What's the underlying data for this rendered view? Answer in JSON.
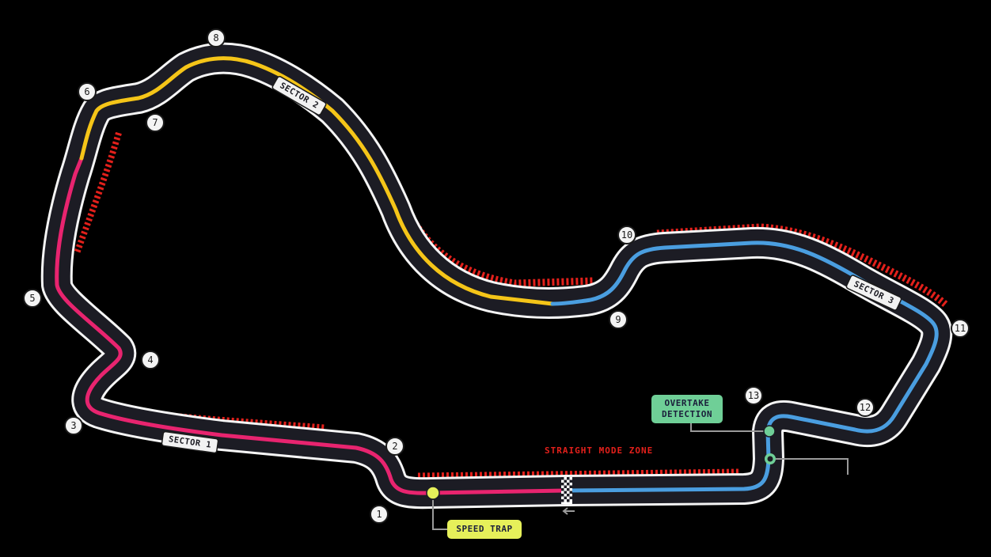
{
  "map": {
    "type": "race-circuit",
    "colors": {
      "background": "#000000",
      "asphalt": "#1c1c24",
      "edge": "#f5f5f5",
      "kerb": "#e3201b",
      "sector_1": "#e8246f",
      "sector_2": "#f5c518",
      "sector_3": "#4a9ee0",
      "overtake": "#6fcf97",
      "speed_trap": "#e6f05a"
    },
    "sectors": [
      {
        "id": "sector-1",
        "label": "SECTOR 1",
        "color": "#e8246f"
      },
      {
        "id": "sector-2",
        "label": "SECTOR 2",
        "color": "#f5c518"
      },
      {
        "id": "sector-3",
        "label": "SECTOR 3",
        "color": "#4a9ee0"
      }
    ],
    "turns": [
      "1",
      "2",
      "3",
      "4",
      "5",
      "6",
      "7",
      "8",
      "9",
      "10",
      "11",
      "12",
      "13"
    ],
    "annotations": {
      "drs_zone": "STRAIGHT MODE ZONE",
      "overtake_line1": "OVERTAKE",
      "overtake_line2": "DETECTION",
      "speed_trap": "SPEED TRAP"
    }
  }
}
